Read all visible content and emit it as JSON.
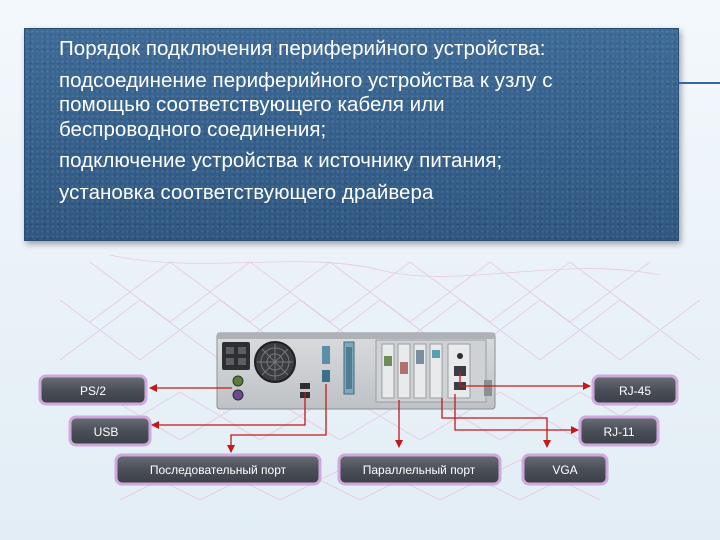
{
  "panel": {
    "title": "Порядок подключения периферийного устройства:",
    "lines": [
      "подсоединение периферийного устройства к узлу с",
      "помощью соответствующего кабеля или",
      "беспроводного соединения;",
      "подключение устройства к источнику питания;",
      "установка соответствующего драйвера"
    ]
  },
  "ports": {
    "ps2": "PS/2",
    "usb": "USB",
    "serial": "Последовательный порт",
    "parallel": "Параллельный порт",
    "vga": "VGA",
    "rj45": "RJ-45",
    "rj11": "RJ-11"
  },
  "colors": {
    "panel": "#335d88",
    "label_bg": "#4a4f57",
    "label_border": "#c9a6d6",
    "arrow": "#c21a1a"
  }
}
